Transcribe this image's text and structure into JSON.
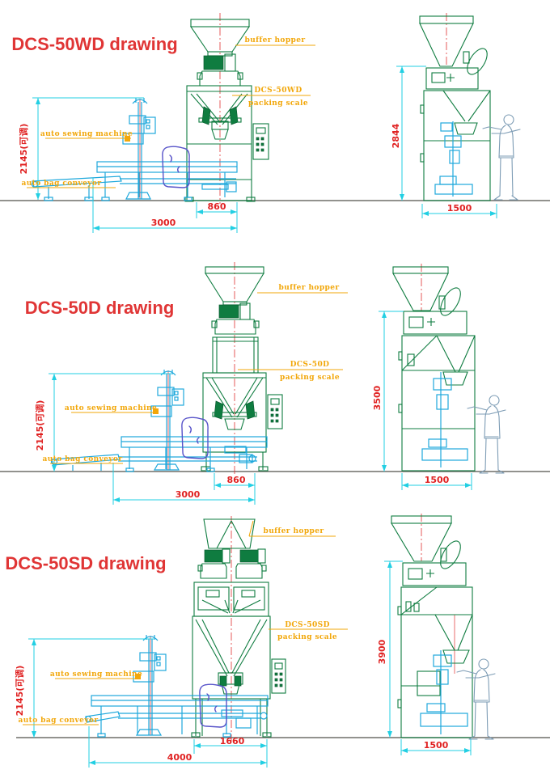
{
  "page": {
    "background": "#ffffff",
    "type": "technical drawing sheet, three packing machine models"
  },
  "colors": {
    "title_red": "#e03535",
    "dimension_text_red": "#e02222",
    "dimension_line_cyan": "#22cfe3",
    "machine_outline_green": "#0f7c40",
    "machine_parts_cyan": "#1ea8dc",
    "label_orange": "#f2a70a",
    "bag_outline_blue": "#5753c9",
    "person_outline_blue_gray": "#7d9cb5",
    "ground_line_gray": "#6e6e68"
  },
  "sections": [
    {
      "id": "dcs-50wd",
      "title": "DCS-50WD drawing",
      "labels": {
        "buffer_hopper": "buffer hopper",
        "packing_scale_name": "DCS-50WD",
        "packing_scale_caption": "packing scale",
        "auto_sewing_machine": "auto sewing machine",
        "auto_bag_conveyor": "auto bag conveyor"
      },
      "dimensions": {
        "sewing_line_height": "2145(可调)",
        "scale_width": "860",
        "floor_length": "3000",
        "overall_height": "2844",
        "side_width": "1500"
      }
    },
    {
      "id": "dcs-50d",
      "title": "DCS-50D drawing",
      "labels": {
        "buffer_hopper": "buffer hopper",
        "packing_scale_name": "DCS-50D",
        "packing_scale_caption": "packing scale",
        "auto_sewing_machine": "auto sewing machine",
        "auto_bag_conveyor": "auto bag conveyor"
      },
      "dimensions": {
        "sewing_line_height": "2145(可调)",
        "scale_width": "860",
        "floor_length": "3000",
        "overall_height": "3500",
        "side_width": "1500"
      }
    },
    {
      "id": "dcs-50sd",
      "title": "DCS-50SD drawing",
      "labels": {
        "buffer_hopper": "buffer hopper",
        "packing_scale_name": "DCS-50SD",
        "packing_scale_caption": "packing scale",
        "auto_sewing_machine": "auto sewing machine",
        "auto_bag_conveyor": "auto bag conveyor"
      },
      "dimensions": {
        "sewing_line_height": "2145(可调)",
        "scale_width": "1660",
        "floor_length": "4000",
        "overall_height": "3900",
        "side_width": "1500"
      }
    }
  ]
}
